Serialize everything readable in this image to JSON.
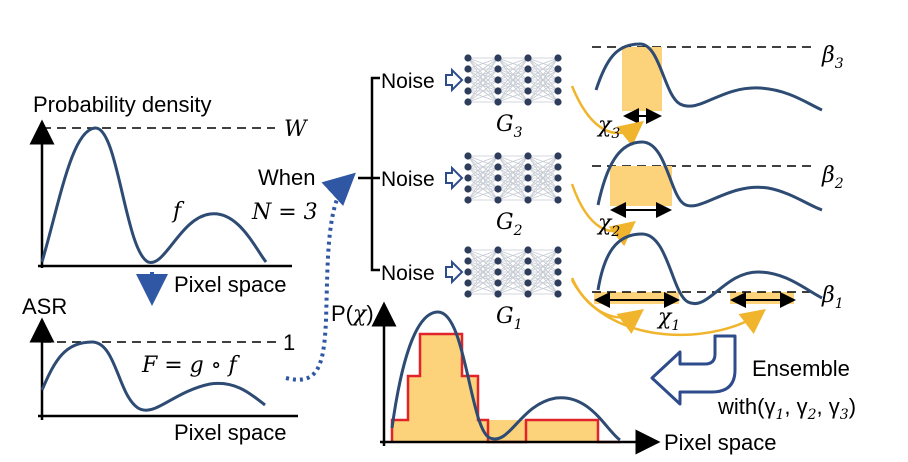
{
  "left_top": {
    "ylabel": "Probability density",
    "xlabel": "Pixel space",
    "threshold_label": "W",
    "curve_label": "f"
  },
  "left_bottom": {
    "ylabel": "ASR",
    "xlabel": "Pixel space",
    "threshold_label": "1",
    "curve_label": "F = g ∘ f"
  },
  "when_text": "When",
  "n_text": "N = 3",
  "generators": [
    {
      "input": "Noise",
      "name": "G",
      "sub": "3",
      "beta": "β",
      "beta_sub": "3",
      "chi": "χ",
      "chi_sub": "3"
    },
    {
      "input": "Noise",
      "name": "G",
      "sub": "2",
      "beta": "β",
      "beta_sub": "2",
      "chi": "χ",
      "chi_sub": "2"
    },
    {
      "input": "Noise",
      "name": "G",
      "sub": "1",
      "beta": "β",
      "beta_sub": "1",
      "chi": "χ",
      "chi_sub": "1"
    }
  ],
  "ensemble": {
    "line1": "Ensemble",
    "line2": "with(γ",
    "g1": "1",
    "g2": "2",
    "g3": "3"
  },
  "bottom_chart": {
    "ylabel": "P(χ)",
    "xlabel": "Pixel space"
  },
  "colors": {
    "curve": "#2e4b73",
    "highlight": "#fcd27a",
    "step": "#e0242a",
    "arrow_dotted": "#2f57a3",
    "arrow_yellow": "#f0b52d"
  }
}
